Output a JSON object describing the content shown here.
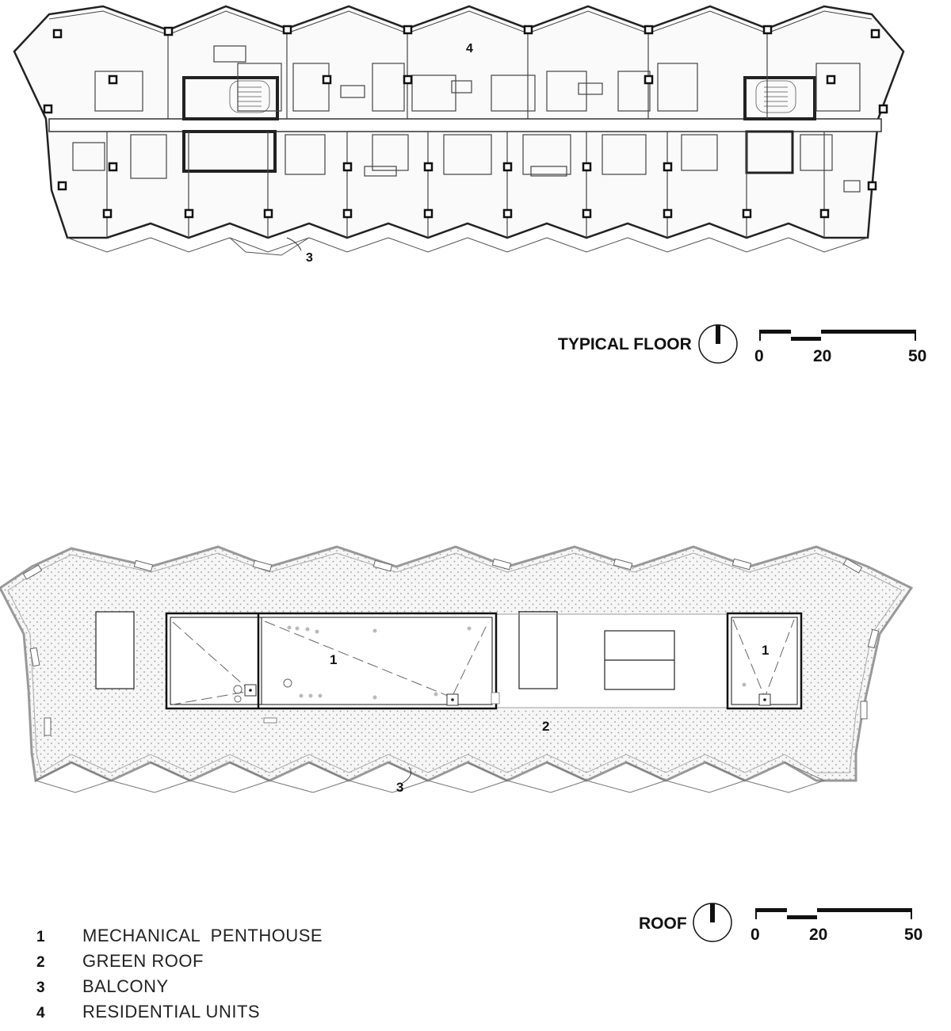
{
  "typical_floor": {
    "title": "TYPICAL FLOOR",
    "tags": [
      "4",
      "3"
    ],
    "scale_ticks": [
      "0",
      "20",
      "50"
    ]
  },
  "roof": {
    "title": "ROOF",
    "tags": [
      "1",
      "1",
      "2",
      "3"
    ],
    "scale_ticks": [
      "0",
      "20",
      "50"
    ]
  },
  "legend": [
    {
      "num": "1",
      "text": "MECHANICAL  PENTHOUSE"
    },
    {
      "num": "2",
      "text": "GREEN ROOF"
    },
    {
      "num": "3",
      "text": "BALCONY"
    },
    {
      "num": "4",
      "text": "RESIDENTIAL UNITS"
    }
  ],
  "colors": {
    "ink": "#111111",
    "line": "#555555",
    "roof_fill": "#f4f4f4"
  }
}
